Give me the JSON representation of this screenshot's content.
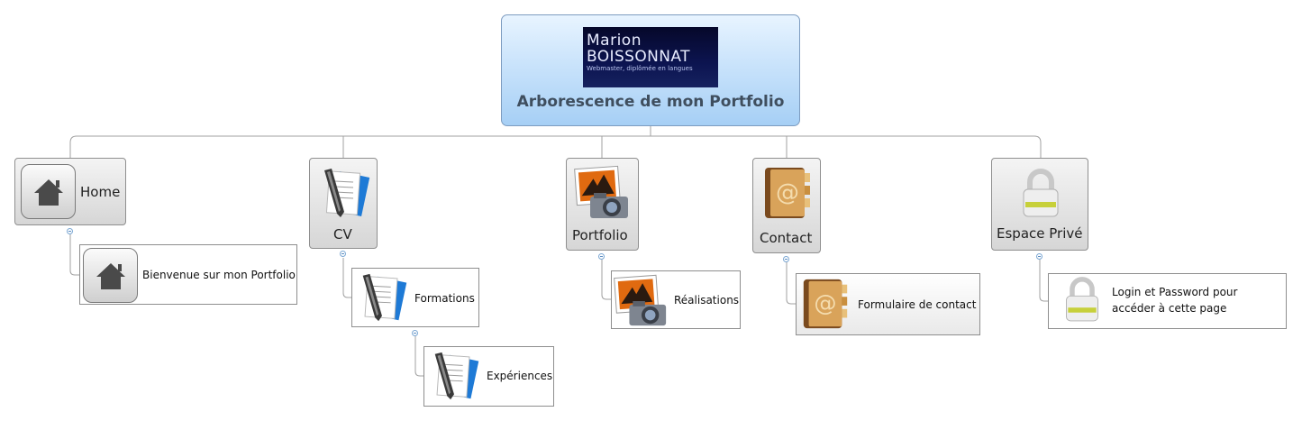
{
  "root": {
    "title": "Arborescence de mon Portfolio",
    "logo": {
      "line1": "Marion",
      "line2": "BOISSONNAT",
      "line3": "Webmaster, diplômée en langues"
    }
  },
  "branches": [
    {
      "label": "Home",
      "icon": "home-icon",
      "children": [
        {
          "label": "Bienvenue sur mon Portfolio",
          "icon": "home-icon"
        }
      ]
    },
    {
      "label": "CV",
      "icon": "pages-document-icon",
      "children": [
        {
          "label": "Formations",
          "icon": "pages-document-icon",
          "children": [
            {
              "label": "Expériences",
              "icon": "pages-document-icon"
            }
          ]
        }
      ]
    },
    {
      "label": "Portfolio",
      "icon": "photo-camera-icon",
      "children": [
        {
          "label": "Réalisations",
          "icon": "photo-camera-icon"
        }
      ]
    },
    {
      "label": "Contact",
      "icon": "address-book-icon",
      "children": [
        {
          "label": "Formulaire de contact",
          "icon": "address-book-icon"
        }
      ]
    },
    {
      "label": "Espace Privé",
      "icon": "padlock-icon",
      "children": [
        {
          "label": "Login et Password pour accéder à cette page",
          "icon": "padlock-icon"
        }
      ]
    }
  ],
  "colors": {
    "root_fill": "#bcdcf9",
    "root_border": "#7d9cc0",
    "connector": "#9a9a9a",
    "toggle": "#7aa7d3"
  }
}
